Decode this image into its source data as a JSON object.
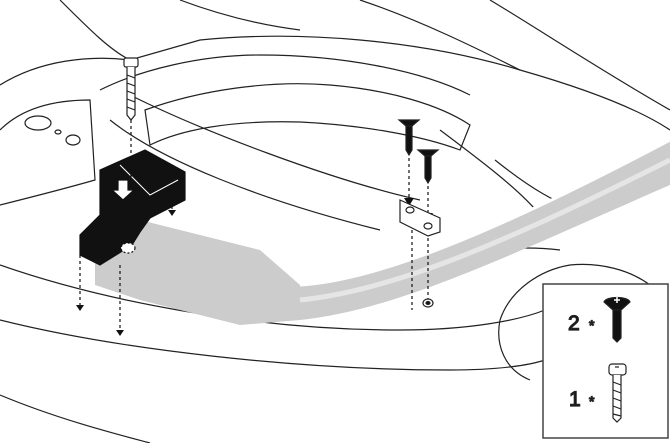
{
  "legend": {
    "items": [
      {
        "quantity": "2",
        "marker": "*",
        "part": "countersunk-torx-screw"
      },
      {
        "quantity": "1",
        "marker": "*",
        "part": "pan-head-screw"
      }
    ]
  }
}
